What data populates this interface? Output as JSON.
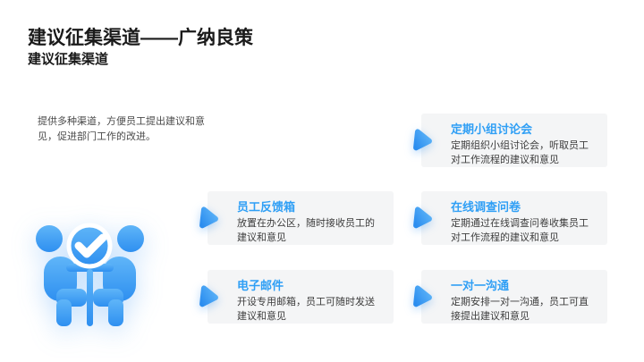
{
  "slide": {
    "title": "建议征集渠道——广纳良策",
    "subtitle": "建议征集渠道",
    "intro": "提供多种渠道，方便员工提出建议和意见，促进部门工作的改进。"
  },
  "icons": {
    "card_marker": "play-triangle-icon",
    "illustration": "meeting-check-icon"
  },
  "colors": {
    "accent": "#3B9EF5",
    "accent_light": "#5FB5F8",
    "accent_dark": "#2E8FF0",
    "card_background": "#F4F5F6",
    "card_title": "#2F9FF5",
    "heading_text": "#1A1A1A",
    "body_text": "#3D3D3D",
    "intro_text": "#4A4A4A"
  },
  "cards": [
    {
      "title": "定期小组讨论会",
      "desc": "定期组织小组讨论会，听取员工对工作流程的建议和意见"
    },
    {
      "title": "员工反馈箱",
      "desc": "放置在办公区，随时接收员工的建议和意见"
    },
    {
      "title": "在线调查问卷",
      "desc": "定期通过在线调查问卷收集员工对工作流程的建议和意见"
    },
    {
      "title": "电子邮件",
      "desc": "开设专用邮箱，员工可随时发送建议和意见"
    },
    {
      "title": "一对一沟通",
      "desc": "定期安排一对一沟通，员工可直接提出建议和意见"
    }
  ]
}
